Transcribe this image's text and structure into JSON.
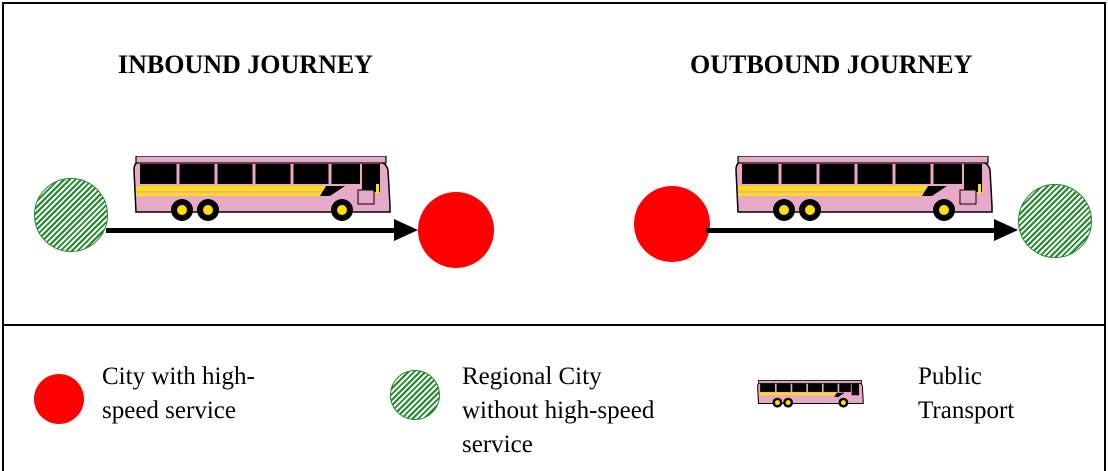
{
  "headings": {
    "inbound": "INBOUND JOURNEY",
    "outbound": "OUTBOUND JOURNEY"
  },
  "legend": {
    "city": {
      "line1": "City with high-",
      "line2": "speed service"
    },
    "regional": {
      "line1": "Regional City",
      "line2": "without high-speed",
      "line3": "service"
    },
    "transport": {
      "line1": "Public",
      "line2": "Transport"
    }
  },
  "colors": {
    "city": "#ff0000",
    "regional": "#1f8a28",
    "bus_body": "#e8a9c8",
    "bus_stripe": "#ffe000",
    "arrow": "#000000"
  },
  "icons": [
    "city-icon",
    "regional-city-icon",
    "bus-icon",
    "arrow-icon"
  ]
}
